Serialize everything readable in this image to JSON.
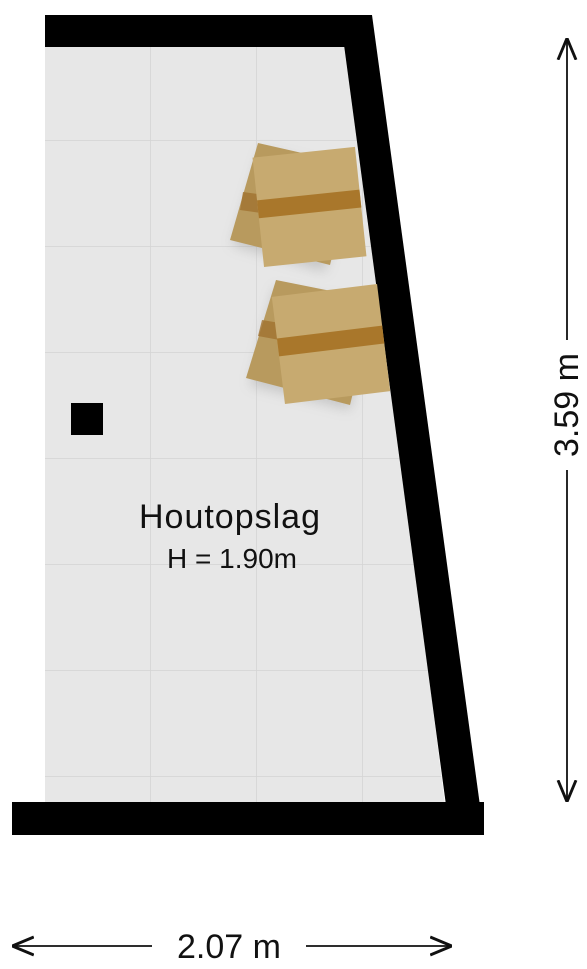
{
  "room": {
    "name": "Houtopslag",
    "height_label": "H = 1.90m"
  },
  "dimensions": {
    "width_label": "2.07 m",
    "depth_label": "3.59 m"
  },
  "colors": {
    "wall": "#000000",
    "floor": "#e7e7e7",
    "tile_line": "#d6d6d6",
    "box_light": "#c8a96c",
    "box_tape": "#a9772b",
    "box_dark": "#b49256",
    "dimension_line": "#111111"
  }
}
